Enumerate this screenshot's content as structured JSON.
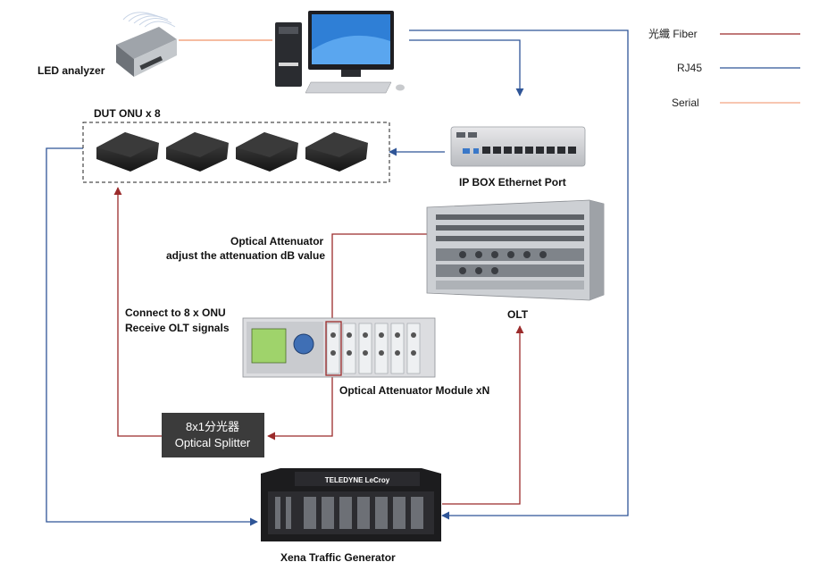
{
  "labels": {
    "led_analyzer": "LED analyzer",
    "dut_onu": "DUT ONU x 8",
    "ip_box": "IP BOX Ethernet Port",
    "optical_attenuator_line1": "Optical Attenuator",
    "optical_attenuator_line2": "adjust the attenuation dB value",
    "olt": "OLT",
    "connect_line1": "Connect to 8 x ONU",
    "connect_line2": "Receive OLT signals",
    "attenuator_module": "Optical Attenuator Module xN",
    "splitter_line1": "8x1分光器",
    "splitter_line2": "Optical Splitter",
    "xena": "Xena Traffic Generator",
    "xena_brand": "TELEDYNE LeCroy"
  },
  "legend": [
    {
      "label": "光纖 Fiber",
      "color": "#9b2b2b"
    },
    {
      "label": "RJ45",
      "color": "#2f5597"
    },
    {
      "label": "Serial",
      "color": "#f4a582"
    }
  ],
  "colors": {
    "fiber": "#9b2b2b",
    "rj45": "#2f5597",
    "serial": "#f4a582"
  }
}
